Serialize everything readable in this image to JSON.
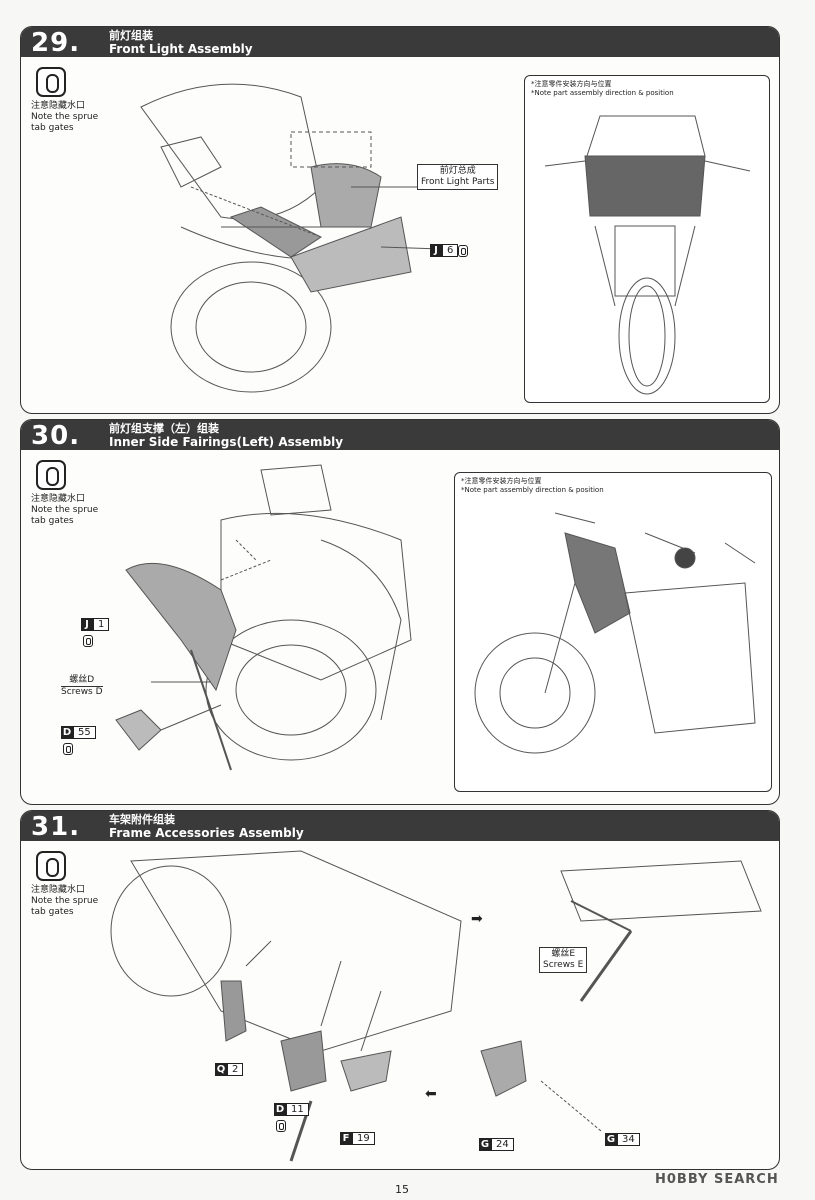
{
  "note": {
    "cn": "注意隐藏水口",
    "en1": "Note the sprue",
    "en2": "tab gates"
  },
  "detail_caption": {
    "cn": "*注意零件安装方向与位置",
    "en": "*Note part assembly direction & position"
  },
  "steps": [
    {
      "num": "29",
      "title_cn": "前灯组装",
      "title_en": "Front Light Assembly",
      "label": {
        "cn": "前灯总成",
        "en": "Front Light Parts"
      },
      "parts": [
        {
          "letter": "J",
          "num": "6"
        }
      ]
    },
    {
      "num": "30",
      "title_cn": "前灯组支撑（左）组装",
      "title_en": "Inner Side Fairings(Left) Assembly",
      "label": {
        "cn": "螺丝D",
        "en": "Screws D"
      },
      "parts": [
        {
          "letter": "J",
          "num": "1"
        },
        {
          "letter": "D",
          "num": "55"
        }
      ]
    },
    {
      "num": "31",
      "title_cn": "车架附件组装",
      "title_en": "Frame Accessories Assembly",
      "label": {
        "cn": "螺丝E",
        "en": "Screws E"
      },
      "parts": [
        {
          "letter": "Q",
          "num": "2"
        },
        {
          "letter": "D",
          "num": "11"
        },
        {
          "letter": "F",
          "num": "19"
        },
        {
          "letter": "G",
          "num": "24"
        },
        {
          "letter": "G",
          "num": "34"
        }
      ]
    }
  ],
  "page_number": "15",
  "watermark": "H0BBY SEARCH"
}
